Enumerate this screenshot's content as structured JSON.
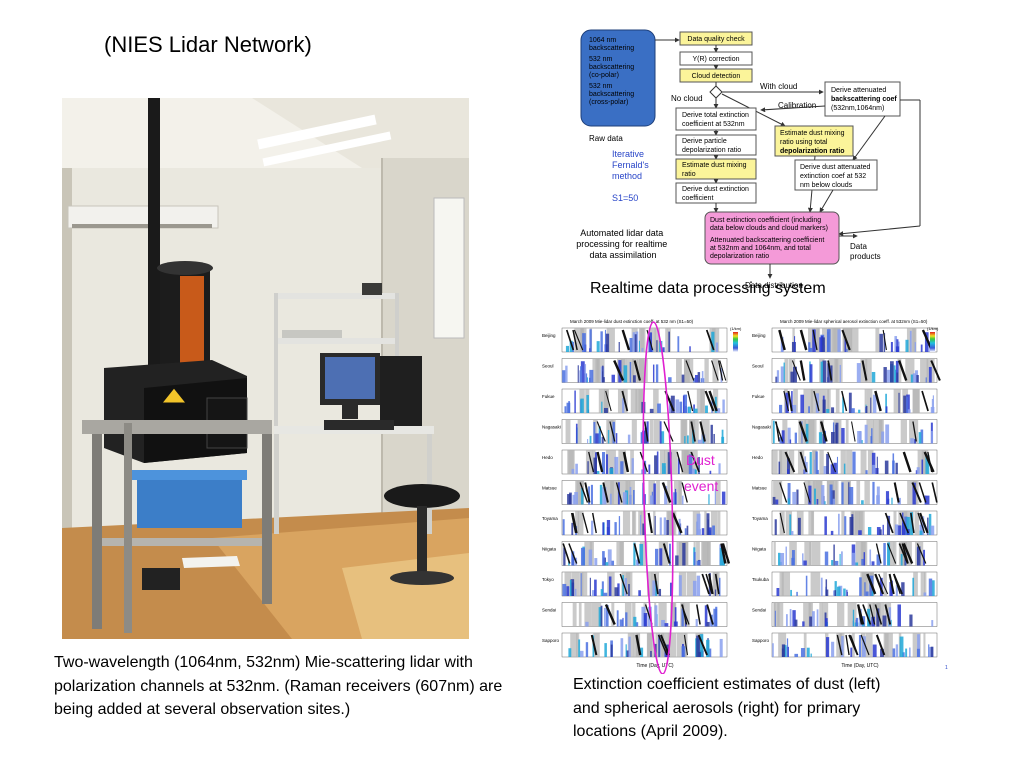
{
  "slide": {
    "title": "(NIES Lidar Network)",
    "left_caption": "Two-wavelength (1064nm, 532nm) Mie-scattering lidar with polarization channels at 532nm. (Raman receivers (607nm) are being added at several observation sites.)",
    "flow_caption": "Realtime data processing system",
    "right_caption": "Extinction coefficient estimates of dust (left) and spherical aerosols (right) for primary locations (April 2009)."
  },
  "flowchart": {
    "raw_box": [
      "1064 nm",
      "backscattering",
      "532 nm",
      "backscattering",
      "(co-polar)",
      "532 nm",
      "backscattering",
      "(cross-polar)"
    ],
    "raw_label": "Raw data",
    "quality_check": "Data quality check",
    "yr_correction": "Y(R) correction",
    "cloud_detection": "Cloud detection",
    "no_cloud": "No cloud",
    "with_cloud": "With cloud",
    "calibration": "Calibration",
    "attenuated": [
      "Derive attenuated",
      "backscattering coef",
      "(532nm,1064nm)"
    ],
    "total_ext": [
      "Derive total extinction",
      "coefficient at 532nm"
    ],
    "particle_depol": [
      "Derive particle",
      "depolarization ratio"
    ],
    "dust_mix": [
      "Estimate dust mixing",
      "ratio"
    ],
    "dust_ext": [
      "Derive dust extinction",
      "coefficient"
    ],
    "dust_mix_total": [
      "Estimate dust mixing",
      "ratio using total",
      "depolarization ratio"
    ],
    "dust_att": [
      "Derive dust attenuated",
      "extinction coef at 532",
      "nm below clouds"
    ],
    "fernald": [
      "Iterative",
      "Fernald's",
      "method"
    ],
    "s1": "S1=50",
    "auto_text": [
      "Automated lidar data",
      "processing for realtime",
      "data assimilation"
    ],
    "output_box": [
      "Dust extinction coefficient (including",
      "data below clouds and cloud markers)",
      "Attenuated backscattering coefficient",
      "at 532nm and 1064nm, and total",
      "depolarization ratio"
    ],
    "data_products": [
      "Data",
      "products"
    ],
    "data_distribution": "Data distribution"
  },
  "plots": {
    "left_header": "March 2009      Mie-lidar dust extinction coeff. at 532 nm (S1=50)",
    "right_header": "March 2009   Mie-lidar spherical aerosol extinction coeff. at 532nm (S1=50)",
    "left_stations": [
      "Beijing",
      "Seoul",
      "Fukue",
      "Nagasaki",
      "Hedo",
      "Matsue",
      "Toyama",
      "Niigata",
      "Tokyo",
      "Sendai",
      "Sapporo"
    ],
    "right_stations": [
      "Beijing",
      "Seoul",
      "Fukue",
      "Nagasaki",
      "Hedo",
      "Matsue",
      "Toyama",
      "Niigata",
      "Tsukuba",
      "Sendai",
      "Sapporo"
    ],
    "x_axis_label": "Time (Day, UTC)",
    "dust_event_label": [
      "Dust",
      "event"
    ],
    "colorbar_unit": "(1/km)",
    "page_number": "1"
  },
  "colors": {
    "raw_box": "#3a6fc4",
    "yellow_box": "#fbf49a",
    "output_box": "#f49ad8",
    "fernald_text": "#2845c8",
    "dust_event": "#e020d0"
  }
}
